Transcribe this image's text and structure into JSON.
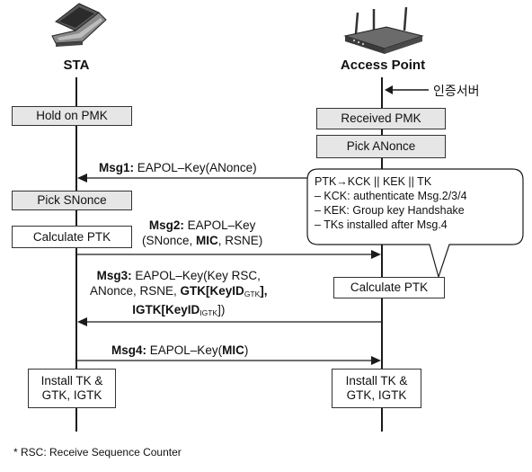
{
  "entities": {
    "sta_label": "STA",
    "ap_label": "Access Point",
    "auth_server_label": "인증서버"
  },
  "sta_boxes": {
    "hold_pmk": "Hold on  PMK",
    "pick_snonce": "Pick SNonce",
    "calc_ptk": "Calculate PTK",
    "install": "Install TK &\nGTK, IGTK"
  },
  "ap_boxes": {
    "received_pmk": "Received PMK",
    "pick_anonce": "Pick ANonce",
    "calc_ptk": "Calculate PTK",
    "install": "Install TK &\nGTK, IGTK"
  },
  "messages": {
    "msg1": {
      "label": "Msg1:",
      "text": "EAPOL–Key(ANonce)"
    },
    "msg2": {
      "label": "Msg2:",
      "line1": "EAPOL–Key",
      "line2_a": "(SNonce, ",
      "line2_mic": "MIC",
      "line2_b": ", RSNE)"
    },
    "msg3": {
      "label": "Msg3:",
      "line1": "EAPOL–Key(Key RSC,",
      "line2_a": "ANonce, RSNE, ",
      "line2_gtk": "GTK[KeyID",
      "line2_gtk_sub": "GTK",
      "line2_end": "],",
      "line3_igtk": "IGTK[KeyID",
      "line3_igtk_sub": "IGTK",
      "line3_end": "])"
    },
    "msg4": {
      "label": "Msg4:",
      "text_a": "EAPOL–Key(",
      "text_mic": "MIC",
      "text_b": ")"
    }
  },
  "callout": {
    "line1": "PTK→KCK || KEK || TK",
    "line2": "– KCK: authenticate Msg.2/3/4",
    "line3": "– KEK: Group key Handshake",
    "line4": "– TKs installed after Msg.4"
  },
  "footnote": "* RSC: Receive Sequence Counter",
  "icons": {
    "sta": "laptop-icon",
    "ap": "wireless-router-icon"
  }
}
